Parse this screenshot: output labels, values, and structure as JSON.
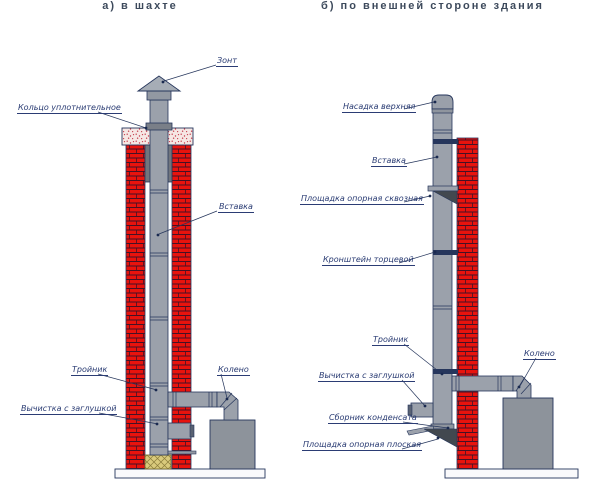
{
  "titles": {
    "left": "а) в шахте",
    "right": "б) по внешней стороне здания"
  },
  "left": {
    "labels": {
      "zont": "Зонт",
      "koltso": "Кольцо уплотнительное",
      "vstavka": "Вставка",
      "troynik": "Тройник",
      "koleno": "Колено",
      "vychistka": "Вычистка с заглушкой"
    }
  },
  "right": {
    "labels": {
      "nasadka": "Насадка верхняя",
      "vstavka": "Вставка",
      "ploshchadka_skvoznaya": "Площадка опорная сквозная",
      "kronshteyn": "Кронштейн торцевой",
      "troynik": "Тройник",
      "koleno": "Колено",
      "vychistka": "Вычистка с заглушкой",
      "sbornik": "Сборник конденсата",
      "ploshchadka_ploskaya": "Площадка опорная плоская"
    }
  },
  "colors": {
    "brick_red": "#e8130d",
    "mortar_dark": "#451226",
    "pipe_gray": "#9ba1ab",
    "pipe_outline": "#26365c",
    "dark_fitting": "#42484f",
    "label_navy": "#283a72",
    "title_slate": "#3d4a5c",
    "slab_pink": "#f6e7e4",
    "hatch_tan": "#d9ca7c",
    "appliance_gray": "#8d939b"
  }
}
